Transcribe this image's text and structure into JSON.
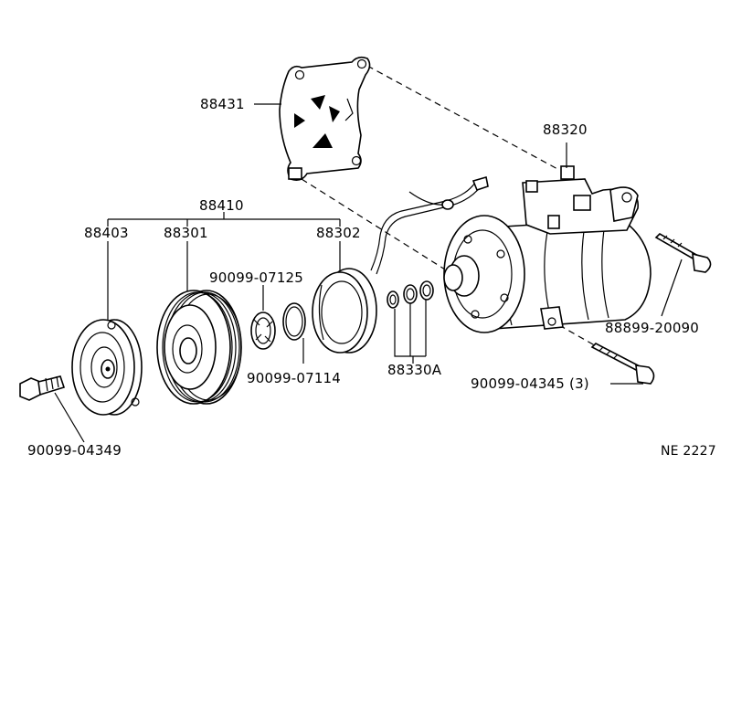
{
  "callouts": {
    "bracket": "88431",
    "compressor": "88320",
    "clutch_assy": "88410",
    "pressure_plate": "88403",
    "pulley": "88301",
    "field_coil": "88302",
    "snap_ring_a": "90099-07125",
    "snap_ring_b": "90099-07114",
    "shims": "88330A",
    "long_bolt": "88899-20090",
    "mount_bolt": "90099-04345 (3)",
    "center_bolt": "90099-04349"
  },
  "figure_id": "NE 2227"
}
